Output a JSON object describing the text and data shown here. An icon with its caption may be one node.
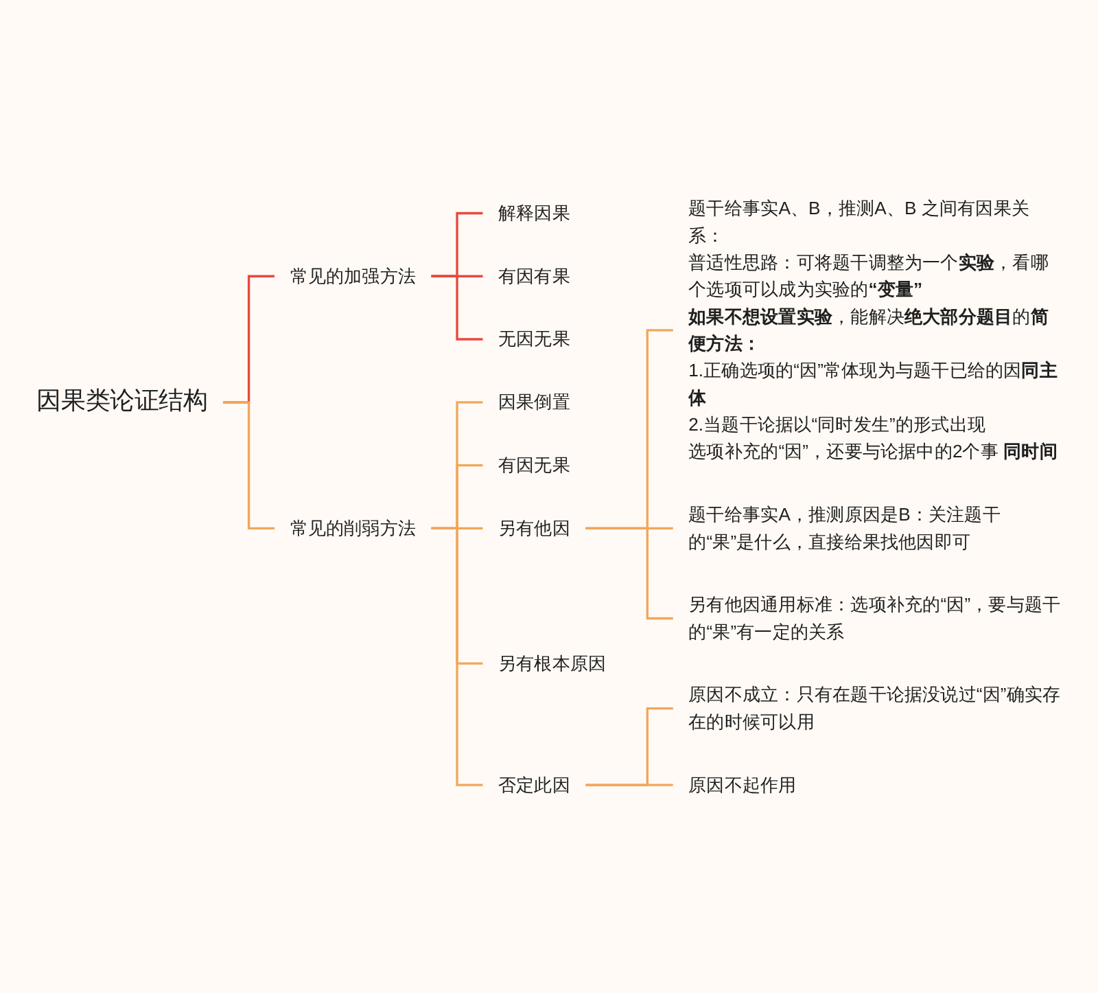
{
  "diagram": {
    "nodes": [
      {
        "text": [
          "因果类论证结构"
        ]
      },
      {
        "text": [
          "常见的加强方法"
        ]
      },
      {
        "text": [
          "解释因果"
        ]
      },
      {
        "text": [
          "有因有果"
        ]
      },
      {
        "text": [
          "无因无果"
        ]
      },
      {
        "text": [
          "常见的削弱方法"
        ]
      },
      {
        "text": [
          "因果倒置"
        ]
      },
      {
        "text": [
          "有因无果"
        ]
      },
      {
        "text": [
          "另有他因"
        ]
      },
      {
        "text": [
          "题干给事实A、B，推测A、B 之间有因果关系：",
          "普适性思路：可将题干调整为一个**实验**，看哪个选项可以成为实验的**“变量”**",
          "**如果不想设置实验**，能解决**绝大部分题目**的**简便方法：**",
          "1.正确选项的“因”常体现为与题干已给的因**同主体**",
          "2.当题干论据以“同时发生”的形式出现",
          "选项补充的“因”，还要与论据中的2个事 **同时间**"
        ]
      },
      {
        "text": [
          "题干给事实A，推测原因是B：关注题干的“果”是什么，直接给果找他因即可"
        ]
      },
      {
        "text": [
          "另有他因通用标准：选项补充的“因”，要与题干的“果”有一定的关系"
        ]
      },
      {
        "text": [
          "另有根本原因"
        ]
      },
      {
        "text": [
          "否定此因"
        ]
      },
      {
        "text": [
          "原因不成立：只有在题干论据没说过“因”确实存在的时候可以用"
        ]
      },
      {
        "text": [
          "原因不起作用"
        ]
      }
    ],
    "edges": [
      {
        "from": 0,
        "to": 1,
        "arrow": "none",
        "color": "#e8483f"
      },
      {
        "from": 1,
        "to": 2,
        "arrow": "none",
        "color": "#e8483f"
      },
      {
        "from": 1,
        "to": 3,
        "arrow": "none",
        "color": "#e8483f"
      },
      {
        "from": 1,
        "to": 4,
        "arrow": "none",
        "color": "#e8483f"
      },
      {
        "from": 0,
        "to": 5,
        "arrow": "none"
      },
      {
        "from": 5,
        "to": 6,
        "arrow": "none"
      },
      {
        "from": 5,
        "to": 7,
        "arrow": "none"
      },
      {
        "from": 5,
        "to": 8,
        "arrow": "none"
      },
      {
        "from": 8,
        "to": 9,
        "arrow": "none"
      },
      {
        "from": 8,
        "to": 10,
        "arrow": "none"
      },
      {
        "from": 8,
        "to": 11,
        "arrow": "none"
      },
      {
        "from": 5,
        "to": 12,
        "arrow": "none"
      },
      {
        "from": 5,
        "to": 13,
        "arrow": "none"
      },
      {
        "from": 13,
        "to": 14,
        "arrow": "none"
      },
      {
        "from": 13,
        "to": 15,
        "arrow": "none"
      }
    ]
  }
}
